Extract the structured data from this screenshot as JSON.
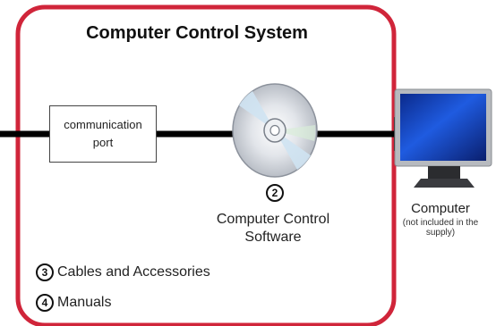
{
  "system": {
    "title": "Computer Control System"
  },
  "port": {
    "label": "communication port"
  },
  "software": {
    "number": "2",
    "label": "Computer Control Software"
  },
  "items": [
    {
      "number": "3",
      "label": "Cables and Accessories"
    },
    {
      "number": "4",
      "label": "Manuals"
    }
  ],
  "computer": {
    "label": "Computer",
    "note": "(not included in the supply)"
  },
  "colors": {
    "frame": "#d0253a",
    "connector": "#000000",
    "monitor_screen": "#1a4fd6"
  },
  "icons": {
    "software": "cd-disc-icon",
    "computer": "monitor-icon"
  }
}
